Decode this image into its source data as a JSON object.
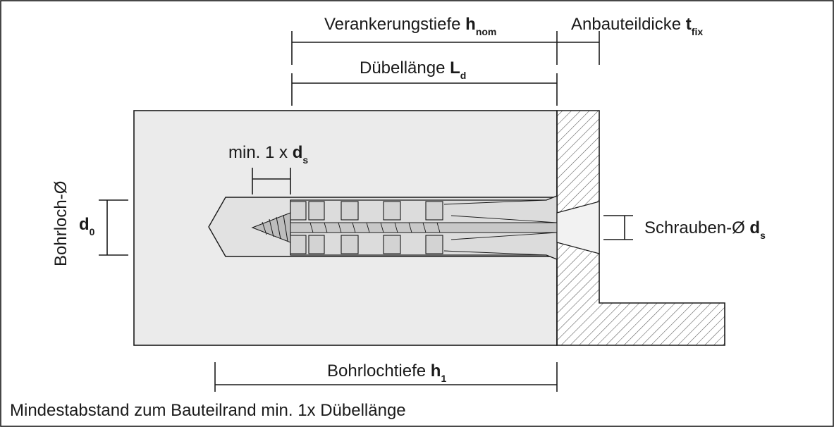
{
  "labels": {
    "anchoring_depth": {
      "text": "Verankerungstiefe ",
      "symbol": "h",
      "sub": "nom"
    },
    "fixture_thickness": {
      "text": "Anbauteildicke ",
      "symbol": "t",
      "sub": "fix"
    },
    "plug_length": {
      "text": "Dübellänge ",
      "symbol": "L",
      "sub": "d"
    },
    "min_distance": {
      "text": "min. 1 x ",
      "symbol": "d",
      "sub": "s"
    },
    "hole_diameter": {
      "text": "Bohrloch-Ø"
    },
    "hole_diameter_symbol": {
      "symbol": "d",
      "sub": "0"
    },
    "screw_diameter": {
      "text": "Schrauben-Ø ",
      "symbol": "d",
      "sub": "s"
    },
    "hole_depth": {
      "text": "Bohrlochtiefe ",
      "symbol": "h",
      "sub": "1"
    }
  },
  "footer": {
    "note": "Mindestabstand zum Bauteilrand min. 1x Dübellänge"
  },
  "colors": {
    "concrete": "#ebebeb",
    "hatch": "#555555",
    "line": "#1a1a1a",
    "plug": "#d9d9d9"
  }
}
